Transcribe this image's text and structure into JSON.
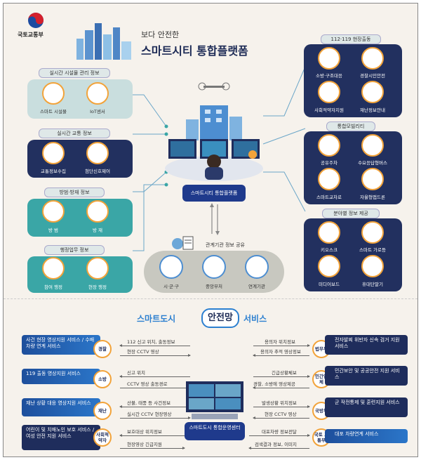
{
  "logo": {
    "name": "국토교통부"
  },
  "title": {
    "line1": "보다 안전한",
    "line2": "스마트시티 통합플랫폼"
  },
  "left_sections": [
    {
      "header": "실시간 시설물 관리 정보",
      "items": [
        "스마트 시설물",
        "IoT센서"
      ]
    },
    {
      "header": "실시간 교통 정보",
      "items": [
        "교통정보수집",
        "첨단신호제어"
      ]
    },
    {
      "header": "방범·방재 정보",
      "items": [
        "방 범",
        "방 재"
      ]
    },
    {
      "header": "행정업무 정보",
      "items": [
        "참여 행정",
        "현장 행정"
      ]
    }
  ],
  "right_sections": [
    {
      "header": "112·119 현장출동",
      "items": [
        "소방·구조대응",
        "경찰시민안전",
        "사회적약자지원",
        "재난정보안내"
      ]
    },
    {
      "header": "통합모빌리티",
      "items": [
        "공유주차",
        "수요응답형버스",
        "스마트교차로",
        "자율형앱드론"
      ]
    },
    {
      "header": "분야별 정보 제공",
      "items": [
        "키오스크",
        "스마트 가로등",
        "미디어보드",
        "휴대단말기"
      ]
    }
  ],
  "center": {
    "platform_label": "스마트시티 통합플랫폼",
    "share_label": "관계기관 정보 공유",
    "agencies": [
      "시·군·구",
      "중앙부처",
      "연계기관"
    ]
  },
  "service_title": {
    "pre": "스마트도시",
    "core": "안전망",
    "post": "서비스"
  },
  "left_services": [
    {
      "text": "사건 현장 영상지원 서비스 / 수배차량 연계 서비스",
      "badge": "경찰",
      "flows": [
        "112 신고 위치, 출동정보",
        "현장 CCTV 영상"
      ]
    },
    {
      "text": "119 출동 영상지원 서비스",
      "badge": "소방",
      "flows": [
        "신고 위치",
        "CCTV 영상 출동경로"
      ]
    },
    {
      "text": "재난 상황 대응 영상지원 서비스",
      "badge": "재난",
      "flows": [
        "산불, 태풍 등 사건정보",
        "실시간 CCTV 현장영상"
      ]
    },
    {
      "text": "어린이 및 치매노인 보호 서비스 / 여성 안전 지원 서비스",
      "badge": "사회적 약자",
      "flows": [
        "보호대상 위치정보",
        "현장영상 긴급지원"
      ]
    }
  ],
  "right_services": [
    {
      "text": "전자발찌 위반자 신속 검거 지원 서비스",
      "badge": "법무부",
      "flows": [
        "용의자 위치정보",
        "용의자 추적 영상정보"
      ]
    },
    {
      "text": "민간보안 및 공공안전 지원 서비스",
      "badge": "민간업체",
      "flows": [
        "긴급상황체보",
        "경찰, 소방에 영상제공"
      ]
    },
    {
      "text": "군 작전통제 및 훈련지원 서비스",
      "badge": "국방부",
      "flows": [
        "발생상황 위치정보",
        "현장 CCTV 영상"
      ]
    },
    {
      "text": "대포 차량연계 서비스",
      "badge": "국토 교통부",
      "flows": [
        "대포차량 정보전달",
        "검색결과 정보, 이미지"
      ]
    }
  ],
  "ops_center": {
    "label": "스마트도시 통합운영센터"
  },
  "colors": {
    "navy": "#22305f",
    "teal": "#3aa6a6",
    "orange": "#f2a33a",
    "blue": "#1e4f9c"
  }
}
